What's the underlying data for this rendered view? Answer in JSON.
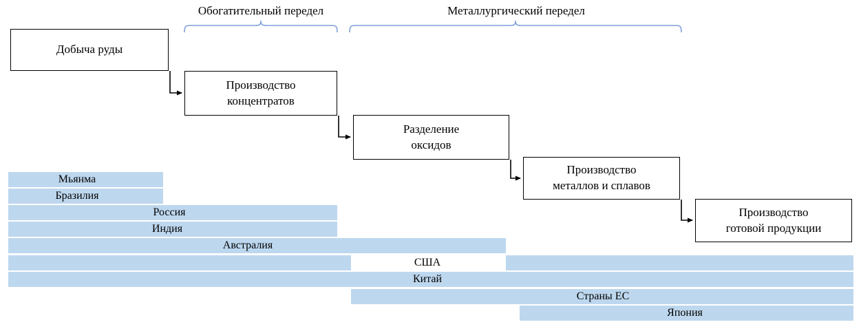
{
  "sections": [
    {
      "label": "Обогатительный передел"
    },
    {
      "label": "Металлургический передел"
    }
  ],
  "process_boxes": [
    {
      "label": "Добыча руды"
    },
    {
      "label": "Производство\nконцентратов"
    },
    {
      "label": "Разделение\nоксидов"
    },
    {
      "label": "Производство\nметаллов и сплавов"
    },
    {
      "label": "Производство\nготовой продукции"
    }
  ],
  "countries": [
    {
      "label": "Мьянма",
      "covers_stages_from": "Добыча руды",
      "covers_stages_to": "Добыча руды"
    },
    {
      "label": "Бразилия",
      "covers_stages_from": "Добыча руды",
      "covers_stages_to": "Добыча руды"
    },
    {
      "label": "Россия",
      "covers_stages_from": "Добыча руды",
      "covers_stages_to": "Производство концентратов"
    },
    {
      "label": "Индия",
      "covers_stages_from": "Добыча руды",
      "covers_stages_to": "Производство концентратов"
    },
    {
      "label": "Австралия",
      "covers_stages_from": "Добыча руды",
      "covers_stages_to": "Разделение оксидов"
    },
    {
      "label": "США",
      "covers_stages_from": "Добыча руды",
      "covers_stages_to": "Производство готовой продукции",
      "gap_stage": "Разделение оксидов"
    },
    {
      "label": "Китай",
      "covers_stages_from": "Добыча руды",
      "covers_stages_to": "Производство готовой продукции"
    },
    {
      "label": "Страны ЕС",
      "covers_stages_from": "Разделение оксидов",
      "covers_stages_to": "Производство готовой продукции"
    },
    {
      "label": "Япония",
      "covers_stages_from": "Производство металлов и сплавов",
      "covers_stages_to": "Производство готовой продукции"
    }
  ],
  "colors": {
    "bar_fill": "#BDD7EE",
    "bracket": "#7F9FD9",
    "box_border": "#000000",
    "connector": "#000000"
  }
}
